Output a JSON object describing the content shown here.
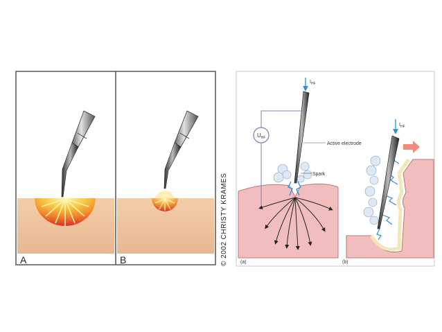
{
  "left_figure": {
    "panel_a_label": "A",
    "panel_b_label": "B",
    "copyright": "© 2002 CHRISTY KRAMES"
  },
  "right_figure": {
    "current_top_label": "I",
    "current_top_sub": "HF",
    "voltage_label": "U",
    "voltage_sub": "HF",
    "active_electrode_label": "Active electrode",
    "spark_label": "Spark",
    "current_right_label": "I",
    "current_right_sub": "HF",
    "panel_a_caption": "(a)",
    "panel_b_caption": "(b)"
  },
  "colors": {
    "skin": "#f1c7a6",
    "pink_tissue": "#f2bdbd",
    "heat_core": "#f7d35a",
    "heat_edge": "#e8402c",
    "electrode": "#8a8a8a",
    "current_arrow": "#2a8fd6",
    "motion_arrow": "#f08a7a",
    "circuit_line": "#8a78a8"
  }
}
